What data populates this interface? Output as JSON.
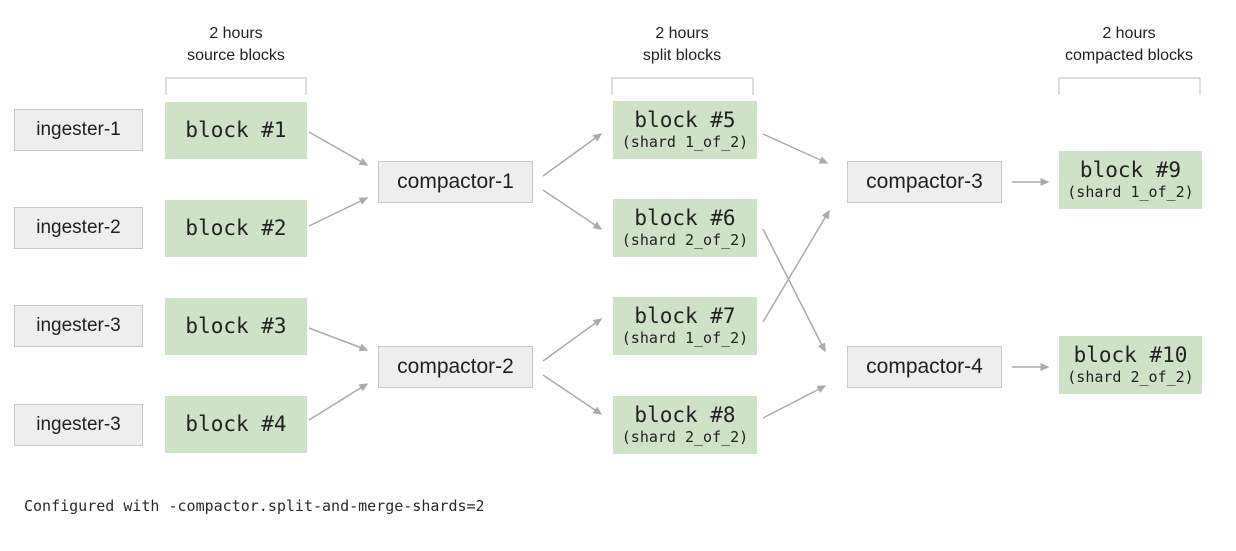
{
  "headers": [
    {
      "line1": "2 hours",
      "line2": "source blocks"
    },
    {
      "line1": "2 hours",
      "line2": "split blocks"
    },
    {
      "line1": "2 hours",
      "line2": "compacted blocks"
    }
  ],
  "ingesters": [
    {
      "label": "ingester-1"
    },
    {
      "label": "ingester-2"
    },
    {
      "label": "ingester-3"
    },
    {
      "label": "ingester-3"
    }
  ],
  "source_blocks": [
    {
      "label": "block #1"
    },
    {
      "label": "block #2"
    },
    {
      "label": "block #3"
    },
    {
      "label": "block #4"
    }
  ],
  "stage1_compactors": [
    {
      "label": "compactor-1"
    },
    {
      "label": "compactor-2"
    }
  ],
  "split_blocks": [
    {
      "label": "block #5",
      "shard": "(shard 1_of_2)"
    },
    {
      "label": "block #6",
      "shard": "(shard 2_of_2)"
    },
    {
      "label": "block #7",
      "shard": "(shard 1_of_2)"
    },
    {
      "label": "block #8",
      "shard": "(shard 2_of_2)"
    }
  ],
  "stage2_compactors": [
    {
      "label": "compactor-3"
    },
    {
      "label": "compactor-4"
    }
  ],
  "compacted_blocks": [
    {
      "label": "block #9",
      "shard": "(shard 1_of_2)"
    },
    {
      "label": "block #10",
      "shard": "(shard 2_of_2)"
    }
  ],
  "footer": "Configured with -compactor.split-and-merge-shards=2",
  "colors": {
    "block_fill": "#cee2c8",
    "node_fill": "#eeeeee",
    "node_border": "#c9c9c9",
    "arrow": "#ababab",
    "bracket": "#d4d4d4",
    "text": "#1f1f1f"
  }
}
